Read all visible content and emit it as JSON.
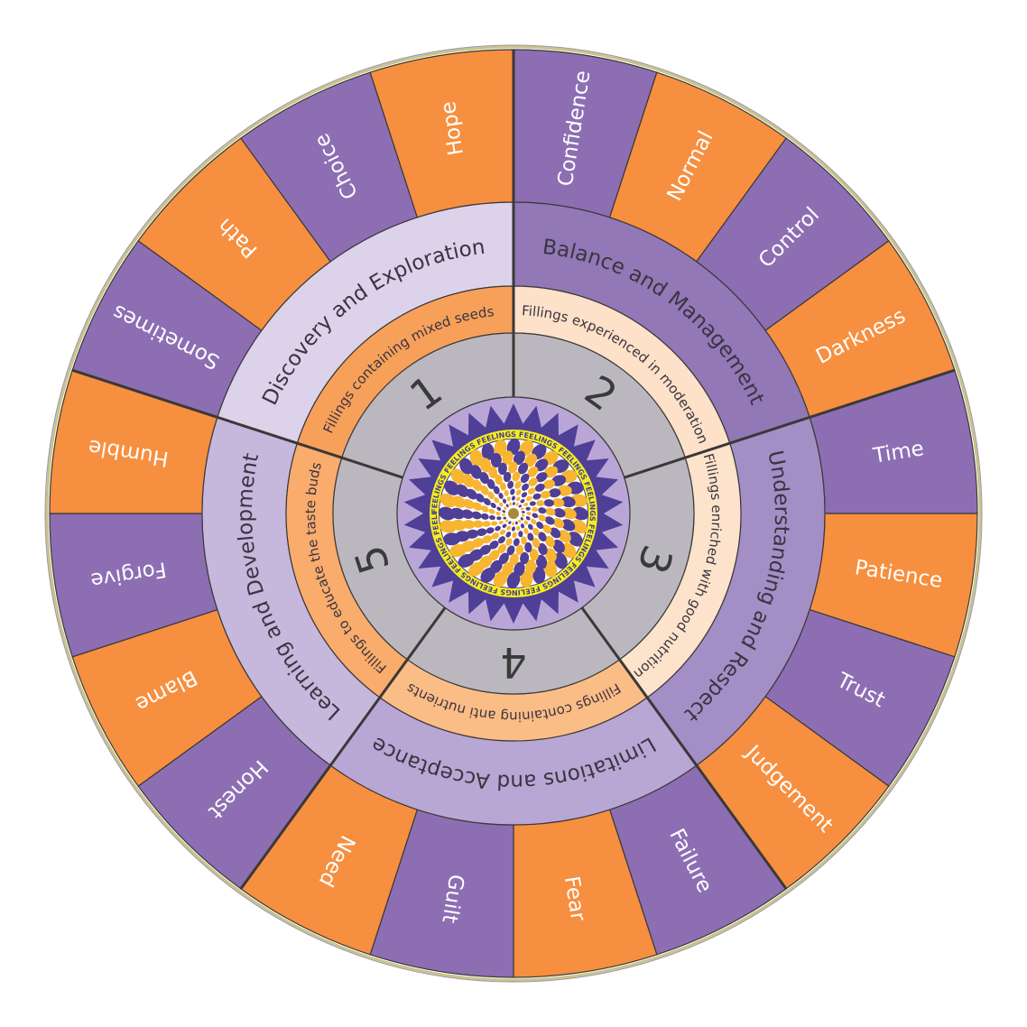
{
  "outer_ring": {
    "segments": [
      {
        "label": "Confidence",
        "color": "purple"
      },
      {
        "label": "Normal",
        "color": "orange"
      },
      {
        "label": "Control",
        "color": "purple"
      },
      {
        "label": "Darkness",
        "color": "orange"
      },
      {
        "label": "Time",
        "color": "purple"
      },
      {
        "label": "Patience",
        "color": "orange"
      },
      {
        "label": "Trust",
        "color": "purple"
      },
      {
        "label": "Judgement",
        "color": "orange"
      },
      {
        "label": "Failure",
        "color": "purple"
      },
      {
        "label": "Fear",
        "color": "orange"
      },
      {
        "label": "Guilt",
        "color": "purple"
      },
      {
        "label": "Need",
        "color": "orange"
      },
      {
        "label": "Honest",
        "color": "purple"
      },
      {
        "label": "Blame",
        "color": "orange"
      },
      {
        "label": "Forgive",
        "color": "purple"
      },
      {
        "label": "Humble",
        "color": "orange"
      },
      {
        "label": "Sometimes",
        "color": "purple"
      },
      {
        "label": "Path",
        "color": "orange"
      },
      {
        "label": "Choice",
        "color": "purple"
      },
      {
        "label": "Hope",
        "color": "orange"
      }
    ]
  },
  "sections": [
    {
      "number": "1",
      "category": "Discovery and Exploration",
      "filling": "Fillings containing mixed seeds",
      "category_color": "#dcd2ea",
      "filling_color": "#f7a05a"
    },
    {
      "number": "2",
      "category": "Balance and Management",
      "filling": "Fillings experienced in moderation",
      "category_color": "#9278b6",
      "filling_color": "#fde1c8"
    },
    {
      "number": "3",
      "category": "Understanding and Respect",
      "filling": "Fillings enriched with good nutrition",
      "category_color": "#a48ec6",
      "filling_color": "#fde3cb"
    },
    {
      "number": "4",
      "category": "Limitations and Acceptance",
      "filling": "Fillings containing anti nutrients",
      "category_color": "#b8a6d4",
      "filling_color": "#fbbd86"
    },
    {
      "number": "5",
      "category": "Learning and Development",
      "filling": "Fillings to educate the taste buds",
      "category_color": "#c6b7dd",
      "filling_color": "#f9ac6c"
    }
  ],
  "center": {
    "ring_text": "FEELINGS"
  },
  "colors": {
    "purple": "#8d6eb3",
    "orange": "#f68f3f",
    "gray": "#bab8be",
    "line": "#3b3838",
    "center_lavender": "#b9a6d6",
    "center_dark": "#4f3f96",
    "center_yellow": "#f4ee1c",
    "dot_gold": "#f7b531"
  }
}
